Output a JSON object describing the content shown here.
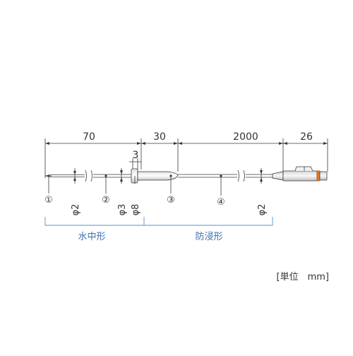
{
  "dimensions": {
    "seg1": "70",
    "seg2": "30",
    "seg3": "2000",
    "seg4": "26",
    "collar_width": "3"
  },
  "callouts": {
    "c1": "①",
    "c2": "②",
    "c3": "③",
    "c4": "④"
  },
  "diameters": {
    "d_tip": "φ2",
    "d_mid": "φ3",
    "d_collar": "φ8",
    "d_sheath": "φ2"
  },
  "sections": {
    "water_type": "水中形",
    "immersion_type": "防浸形"
  },
  "unit_note": "[単位　mm]",
  "colors": {
    "line": "#3a3a3a",
    "section_bracket": "#5b8fc7",
    "section_text": "#3a6fb0",
    "connector_accent": "#e07a2a"
  }
}
